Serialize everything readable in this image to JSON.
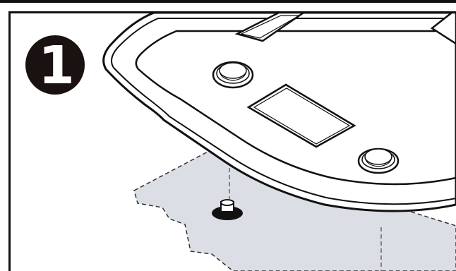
{
  "step": {
    "number": "1"
  },
  "colors": {
    "ink": "#111111",
    "floor_shade": "#dcdee6",
    "background": "#ffffff"
  },
  "icons": {
    "step_badge": "filled-circle-number",
    "fastener": "stud-clip"
  }
}
